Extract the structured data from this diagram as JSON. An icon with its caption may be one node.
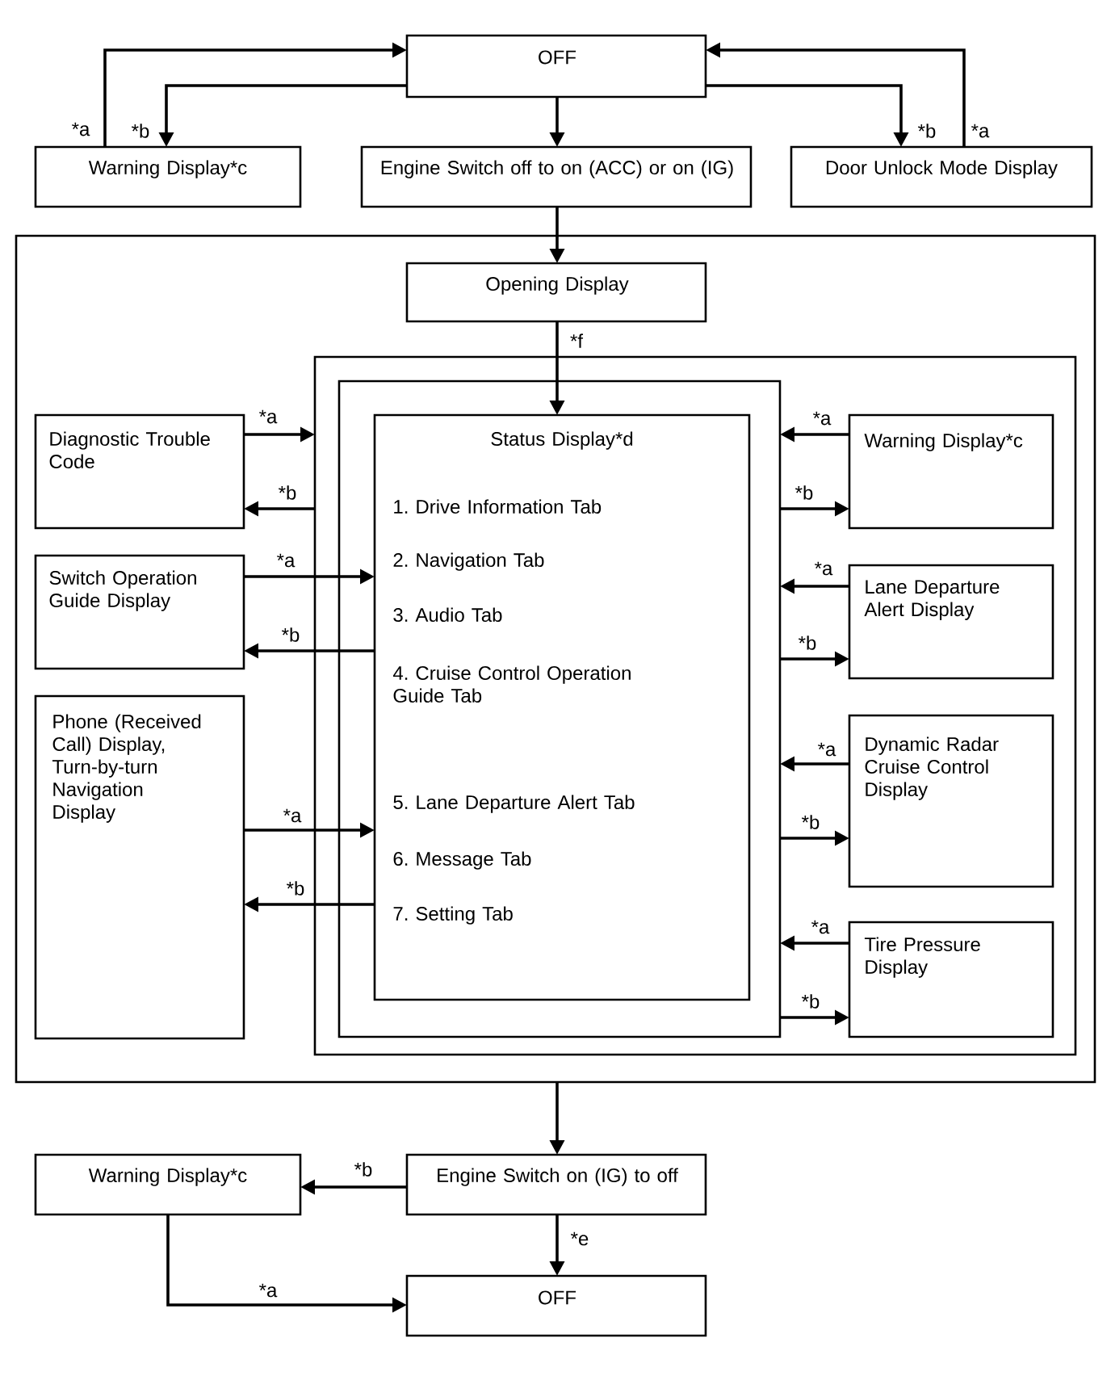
{
  "diagram": {
    "nodes": [
      {
        "text": [
          "OFF"
        ]
      },
      {
        "text": [
          "Warning Display*c"
        ]
      },
      {
        "text": [
          "Engine Switch off to on (ACC) or on (IG)"
        ]
      },
      {
        "text": [
          "Door Unlock Mode Display"
        ]
      },
      {
        "text": [],
        "shape": "box"
      },
      {
        "text": [
          "Opening Display"
        ],
        "in": 4
      },
      {
        "text": [
          "Diagnostic Trouble Code"
        ],
        "in": 4
      },
      {
        "text": [
          "Switch Operation Guide Display"
        ],
        "in": 4
      },
      {
        "text": [
          "Phone (Received Call) Display, Turn-by-turn Navigation Display"
        ],
        "in": 4
      },
      {
        "text": [],
        "shape": "box",
        "in": 4
      },
      {
        "text": [],
        "shape": "box",
        "in": 9
      },
      {
        "text": [
          "Status Display*d",
          "1. Drive Information Tab",
          "2. Navigation Tab",
          "3. Audio Tab",
          "4. Cruise Control Operation Guide Tab",
          "5. Lane Departure Alert Tab",
          "6. Message Tab",
          "7. Setting Tab"
        ],
        "in": 10
      },
      {
        "text": [
          "Warning Display*c"
        ],
        "in": 9
      },
      {
        "text": [
          "Lane Departure Alert Display"
        ],
        "in": 9
      },
      {
        "text": [
          "Dynamic Radar Cruise Control Display"
        ],
        "in": 9
      },
      {
        "text": [
          "Tire Pressure Display"
        ],
        "in": 9
      },
      {
        "text": [
          "Warning Display*c"
        ]
      },
      {
        "text": [
          "Engine Switch on (IG) to off"
        ]
      },
      {
        "text": [
          "OFF"
        ]
      }
    ],
    "edges": [
      {
        "from": 1,
        "to": 0,
        "arrow": "to",
        "label": "*a"
      },
      {
        "from": 0,
        "to": 1,
        "arrow": "to",
        "label": "*b"
      },
      {
        "from": 0,
        "to": 2,
        "arrow": "to"
      },
      {
        "from": 0,
        "to": 3,
        "arrow": "to",
        "label": "*b"
      },
      {
        "from": 3,
        "to": 0,
        "arrow": "to",
        "label": "*a"
      },
      {
        "from": 2,
        "to": 5,
        "arrow": "to"
      },
      {
        "from": 5,
        "to": 11,
        "arrow": "to",
        "label": "*f"
      },
      {
        "from": 6,
        "to": 9,
        "arrow": "to",
        "label": "*a"
      },
      {
        "from": 9,
        "to": 6,
        "arrow": "to",
        "label": "*b"
      },
      {
        "from": 7,
        "to": 11,
        "arrow": "to",
        "label": "*a"
      },
      {
        "from": 11,
        "to": 7,
        "arrow": "to",
        "label": "*b"
      },
      {
        "from": 8,
        "to": 11,
        "arrow": "to",
        "label": "*a"
      },
      {
        "from": 11,
        "to": 8,
        "arrow": "to",
        "label": "*b"
      },
      {
        "from": 12,
        "to": 10,
        "arrow": "to",
        "label": "*a"
      },
      {
        "from": 10,
        "to": 12,
        "arrow": "to",
        "label": "*b"
      },
      {
        "from": 13,
        "to": 10,
        "arrow": "to",
        "label": "*a"
      },
      {
        "from": 10,
        "to": 13,
        "arrow": "to",
        "label": "*b"
      },
      {
        "from": 14,
        "to": 10,
        "arrow": "to",
        "label": "*a"
      },
      {
        "from": 10,
        "to": 14,
        "arrow": "to",
        "label": "*b"
      },
      {
        "from": 15,
        "to": 10,
        "arrow": "to",
        "label": "*a"
      },
      {
        "from": 10,
        "to": 15,
        "arrow": "to",
        "label": "*b"
      },
      {
        "from": 4,
        "to": 17,
        "arrow": "to"
      },
      {
        "from": 17,
        "to": 16,
        "arrow": "to",
        "label": "*b"
      },
      {
        "from": 17,
        "to": 18,
        "arrow": "to",
        "label": "*e"
      },
      {
        "from": 16,
        "to": 18,
        "arrow": "to",
        "label": "*a"
      }
    ]
  }
}
